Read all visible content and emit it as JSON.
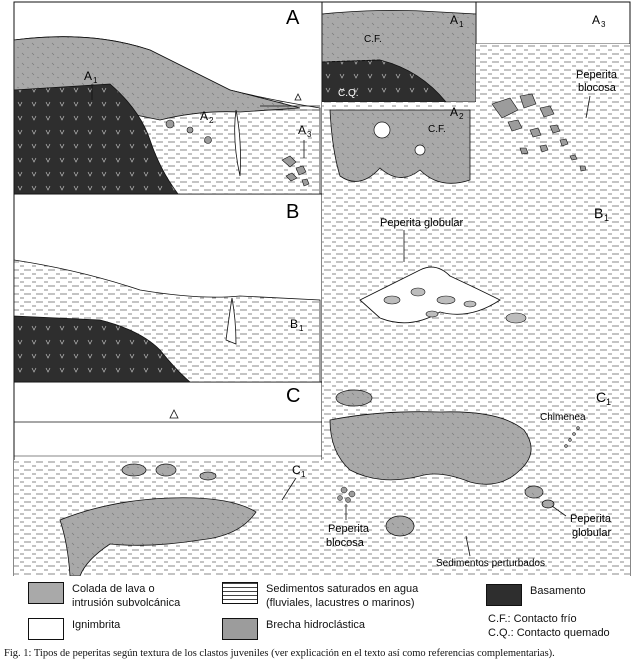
{
  "panels": {
    "A": "A",
    "A1": "A",
    "A1_sub": "1",
    "A2": "A",
    "A2_sub": "2",
    "A3": "A",
    "A3_sub": "3",
    "B": "B",
    "B1": "B",
    "B1_sub": "1",
    "C": "C",
    "C1": "C",
    "C1_sub": "1"
  },
  "labels": {
    "cf": "C.F.",
    "cq": "C.Q.",
    "peperita_blocosa_1": "Peperita",
    "peperita_blocosa_2": "blocosa",
    "peperita_globular": "Peperita globular",
    "chimenea": "Chimenea",
    "peperita": "Peperita",
    "blocosa": "blocosa",
    "globular": "globular",
    "sedimentos_perturbados": "Sedimentos perturbados"
  },
  "legend": {
    "lava_1": "Colada de lava o",
    "lava_2": "intrusión subvolcánica",
    "ignimbrita": "Ignimbrita",
    "sed_1": "Sedimentos saturados en agua",
    "sed_2": "(fluviales, lacustres o marinos)",
    "brecha": "Brecha hidroclástica",
    "basamento": "Basamento",
    "cf_def": "C.F.: Contacto frío",
    "cq_def": "C.Q.: Contacto quemado"
  },
  "caption": "Fig. 1: Tipos de peperitas según textura de los clastos juveniles (ver explicación en el texto así como referencias complementarias).",
  "colors": {
    "lava": "#a9a9a9",
    "basement": "#2e2e2e",
    "line": "#111111"
  }
}
